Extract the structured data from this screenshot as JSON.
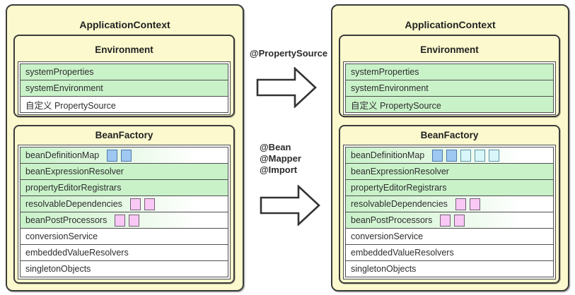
{
  "colors": {
    "panel_yellow": "#FBF9CD",
    "box_border": "#3B3B3B",
    "row_green": "#C9F2C9",
    "chip_blue": "#9EC7F2",
    "chip_blue_border": "#4F79A8",
    "chip_cyan": "#D9F6FB",
    "chip_cyan_border": "#5D96A0",
    "chip_pink": "#F9C8F5",
    "chip_pink_border": "#746074"
  },
  "left_panel": {
    "title": "ApplicationContext",
    "environment": {
      "title": "Environment",
      "rows": [
        {
          "label": "systemProperties",
          "bg": "green"
        },
        {
          "label": "systemEnvironment",
          "bg": "green"
        },
        {
          "label": "自定义 PropertySource",
          "bg": "white"
        }
      ]
    },
    "bean_factory": {
      "title": "BeanFactory",
      "rows": [
        {
          "label": "beanDefinitionMap",
          "bg": "gradient",
          "chips": [
            "blue",
            "blue"
          ]
        },
        {
          "label": "beanExpressionResolver",
          "bg": "green",
          "chips": []
        },
        {
          "label": "propertyEditorRegistrars",
          "bg": "green",
          "chips": []
        },
        {
          "label": "resolvableDependencies",
          "bg": "gradient",
          "chips": [
            "pink",
            "pink"
          ]
        },
        {
          "label": "beanPostProcessors",
          "bg": "gradient",
          "chips": [
            "pink",
            "pink"
          ]
        },
        {
          "label": "conversionService",
          "bg": "white",
          "chips": []
        },
        {
          "label": "embeddedValueResolvers",
          "bg": "white",
          "chips": []
        },
        {
          "label": "singletonObjects",
          "bg": "white",
          "chips": []
        }
      ]
    }
  },
  "middle": {
    "arrow1_label": "@PropertySource",
    "arrow2_labels": [
      "@Bean",
      "@Mapper",
      "@Import"
    ]
  },
  "right_panel": {
    "title": "ApplicationContext",
    "environment": {
      "title": "Environment",
      "rows": [
        {
          "label": "systemProperties",
          "bg": "green"
        },
        {
          "label": "systemEnvironment",
          "bg": "green"
        },
        {
          "label": "自定义 PropertySource",
          "bg": "green"
        }
      ]
    },
    "bean_factory": {
      "title": "BeanFactory",
      "rows": [
        {
          "label": "beanDefinitionMap",
          "bg": "gradient",
          "chips": [
            "blue",
            "blue",
            "cyan",
            "cyan",
            "cyan"
          ]
        },
        {
          "label": "beanExpressionResolver",
          "bg": "green",
          "chips": []
        },
        {
          "label": "propertyEditorRegistrars",
          "bg": "green",
          "chips": []
        },
        {
          "label": "resolvableDependencies",
          "bg": "gradient",
          "chips": [
            "pink",
            "pink"
          ]
        },
        {
          "label": "beanPostProcessors",
          "bg": "gradient",
          "chips": [
            "pink",
            "pink"
          ]
        },
        {
          "label": "conversionService",
          "bg": "white",
          "chips": []
        },
        {
          "label": "embeddedValueResolvers",
          "bg": "white",
          "chips": []
        },
        {
          "label": "singletonObjects",
          "bg": "white",
          "chips": []
        }
      ]
    }
  }
}
